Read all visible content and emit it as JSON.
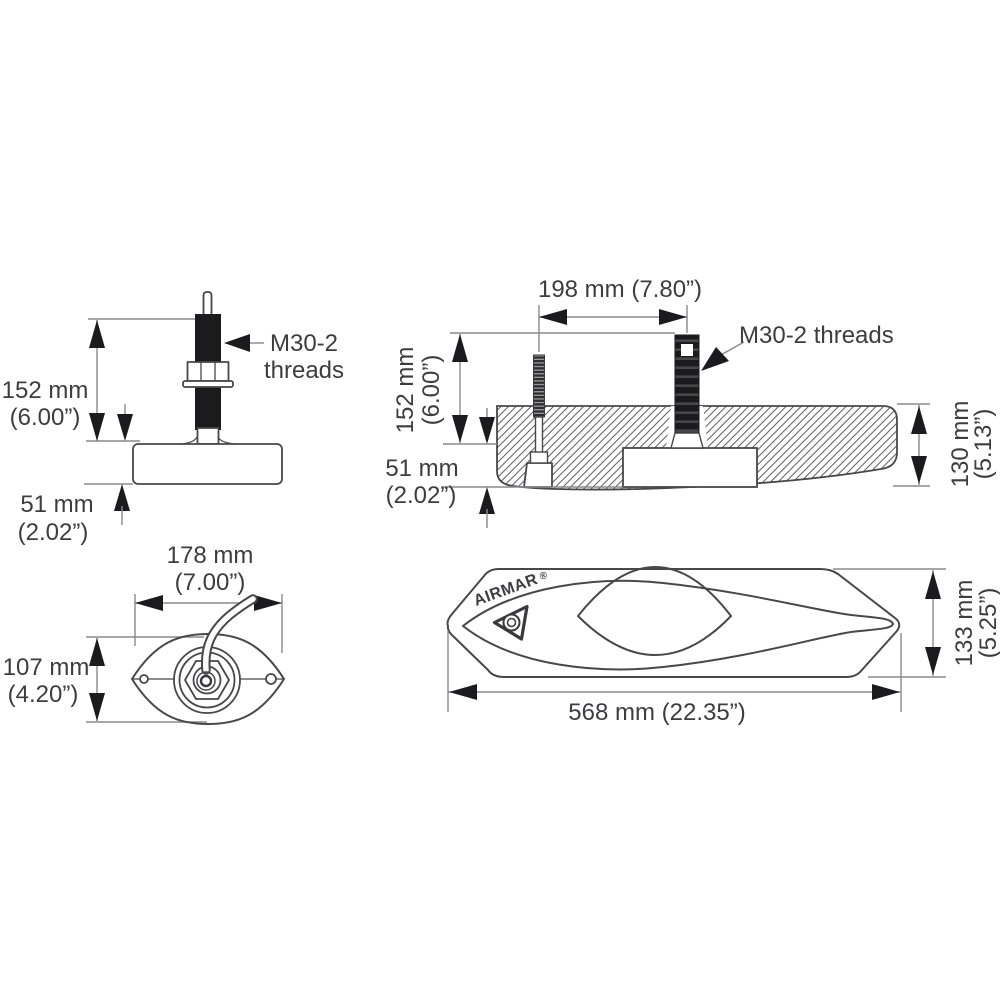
{
  "colors": {
    "background": "#ffffff",
    "outline": "#48484b",
    "dimension_line": "#8a8a8d",
    "arrowhead": "#1b1b1d",
    "text": "#3d3d40",
    "stem_fill": "#1b1b1d"
  },
  "views": {
    "stem_side": {
      "height": {
        "mm": "152 mm",
        "in": "(6.00”)"
      },
      "housing": {
        "mm": "51 mm",
        "in": "(2.02”)"
      },
      "threads": {
        "line1": "M30-2",
        "line2": "threads"
      }
    },
    "installed": {
      "spacing": "198 mm (7.80”)",
      "height": {
        "mm": "152 mm",
        "in": "(6.00”)"
      },
      "housing": {
        "mm": "51 mm",
        "in": "(2.02”)"
      },
      "hull": {
        "mm": "130 mm",
        "in": "(5.13”)"
      },
      "threads": "M30-2 threads"
    },
    "top_view": {
      "width": {
        "mm": "178 mm",
        "in": "(7.00”)"
      },
      "depth": {
        "mm": "107 mm",
        "in": "(4.20”)"
      }
    },
    "plan_view": {
      "brand": "AIRMAR",
      "registered": "®",
      "length": "568 mm (22.35”)",
      "height": {
        "mm": "133 mm",
        "in": "(5.25”)"
      }
    }
  }
}
